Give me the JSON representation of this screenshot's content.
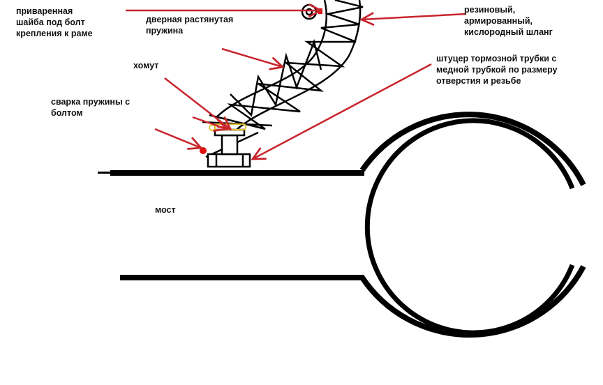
{
  "labels": {
    "washer": [
      "приваренная",
      "шайба под болт",
      "крепления к раме"
    ],
    "spring": [
      "дверная растянутая",
      "пружина"
    ],
    "clamp": [
      "хомут"
    ],
    "weld": [
      "сварка пружины с",
      "болтом"
    ],
    "axle": [
      "мост"
    ],
    "hose": [
      "резиновый,",
      "армированный,",
      "кислородный шланг"
    ],
    "fitting": [
      "штуцер тормозной трубки с",
      "медной трубкой по размеру",
      "отверстия и резьбе"
    ]
  },
  "colors": {
    "arrow": "#c8242c",
    "line": "#000000",
    "clamp": "#e0c030",
    "weld": "#e01010"
  }
}
